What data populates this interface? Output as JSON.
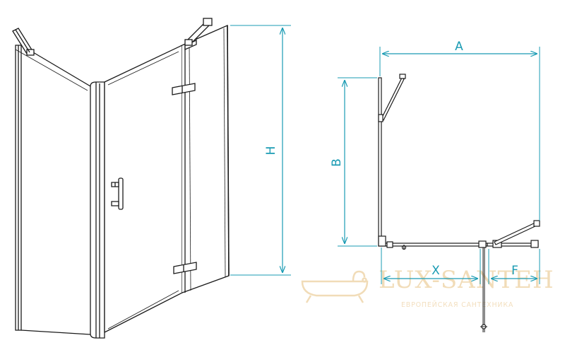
{
  "dimensions": {
    "height_label": "H",
    "width_label": "A",
    "depth_label": "B",
    "door_label": "X",
    "fixed_label": "F"
  },
  "watermark": {
    "brand": "LUX-SANTEH",
    "tagline": "ЕВРОПЕЙСКАЯ САНТЕХНИКА",
    "color": "#f1dcb8"
  },
  "colors": {
    "line": "#1b1b1b",
    "dimension": "#1a9bb3"
  }
}
